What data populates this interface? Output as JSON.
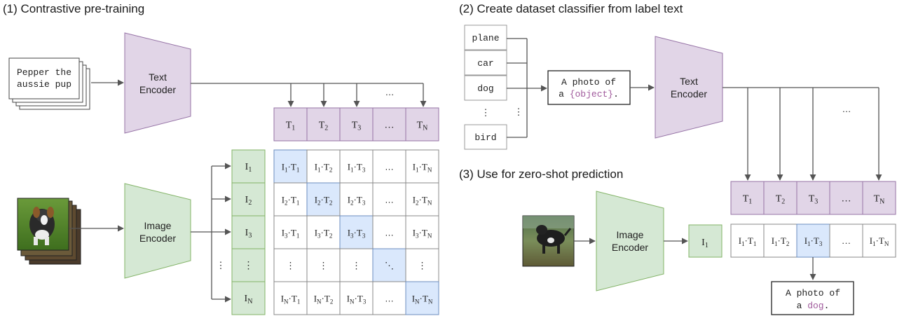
{
  "section1": {
    "title": "(1) Contrastive pre-training",
    "text_input": [
      "Pepper the",
      "aussie pup"
    ],
    "text_encoder": [
      "Text",
      "Encoder"
    ],
    "image_encoder": [
      "Image",
      "Encoder"
    ],
    "text_embeddings": [
      "T",
      "T",
      "T",
      "…",
      "T"
    ],
    "text_subs": [
      "1",
      "2",
      "3",
      "",
      "N"
    ],
    "image_embeddings": [
      "I",
      "I",
      "I",
      "⋮",
      "I"
    ],
    "image_subs": [
      "1",
      "2",
      "3",
      "",
      "N"
    ],
    "top_ellipsis": "…",
    "left_ellipsis": "⋮",
    "diag_ellipsis": "⋱",
    "cell_ellipsis_h": "…",
    "cell_ellipsis_v": "⋮",
    "dot": "·"
  },
  "section2": {
    "title": "(2) Create dataset classifier from label text",
    "labels": [
      "plane",
      "car",
      "dog",
      "⋮",
      "bird"
    ],
    "right_dots": "⋮",
    "template": [
      "A photo of",
      "a ",
      "{object}",
      "."
    ],
    "text_encoder": [
      "Text",
      "Encoder"
    ],
    "text_embeddings": [
      "T",
      "T",
      "T",
      "…",
      "T"
    ],
    "text_subs": [
      "1",
      "2",
      "3",
      "",
      "N"
    ],
    "top_ellipsis": "…"
  },
  "section3": {
    "title": "(3) Use for zero-shot prediction",
    "image_encoder": [
      "Image",
      "Encoder"
    ],
    "image_embedding": "I",
    "image_sub": "1",
    "scores": [
      "I·T",
      "I·T",
      "I·T",
      "…",
      "I·T"
    ],
    "score_subs_i": [
      "1",
      "1",
      "1",
      "",
      "1"
    ],
    "score_subs_t": [
      "1",
      "2",
      "3",
      "",
      "N"
    ],
    "prediction": [
      "A photo of",
      "a ",
      "dog",
      "."
    ]
  },
  "colors": {
    "text_encoder": "#e1d5e7",
    "text_encoder_stroke": "#9673a6",
    "image_encoder": "#d5e8d4",
    "image_encoder_stroke": "#82b366",
    "highlight": "#dae8fc",
    "highlight_stroke": "#6c8ebf",
    "label_text": "#a05a9c",
    "arrow": "#555555"
  },
  "icons": [
    "photo-puppy",
    "photo-dog",
    "arrow"
  ]
}
